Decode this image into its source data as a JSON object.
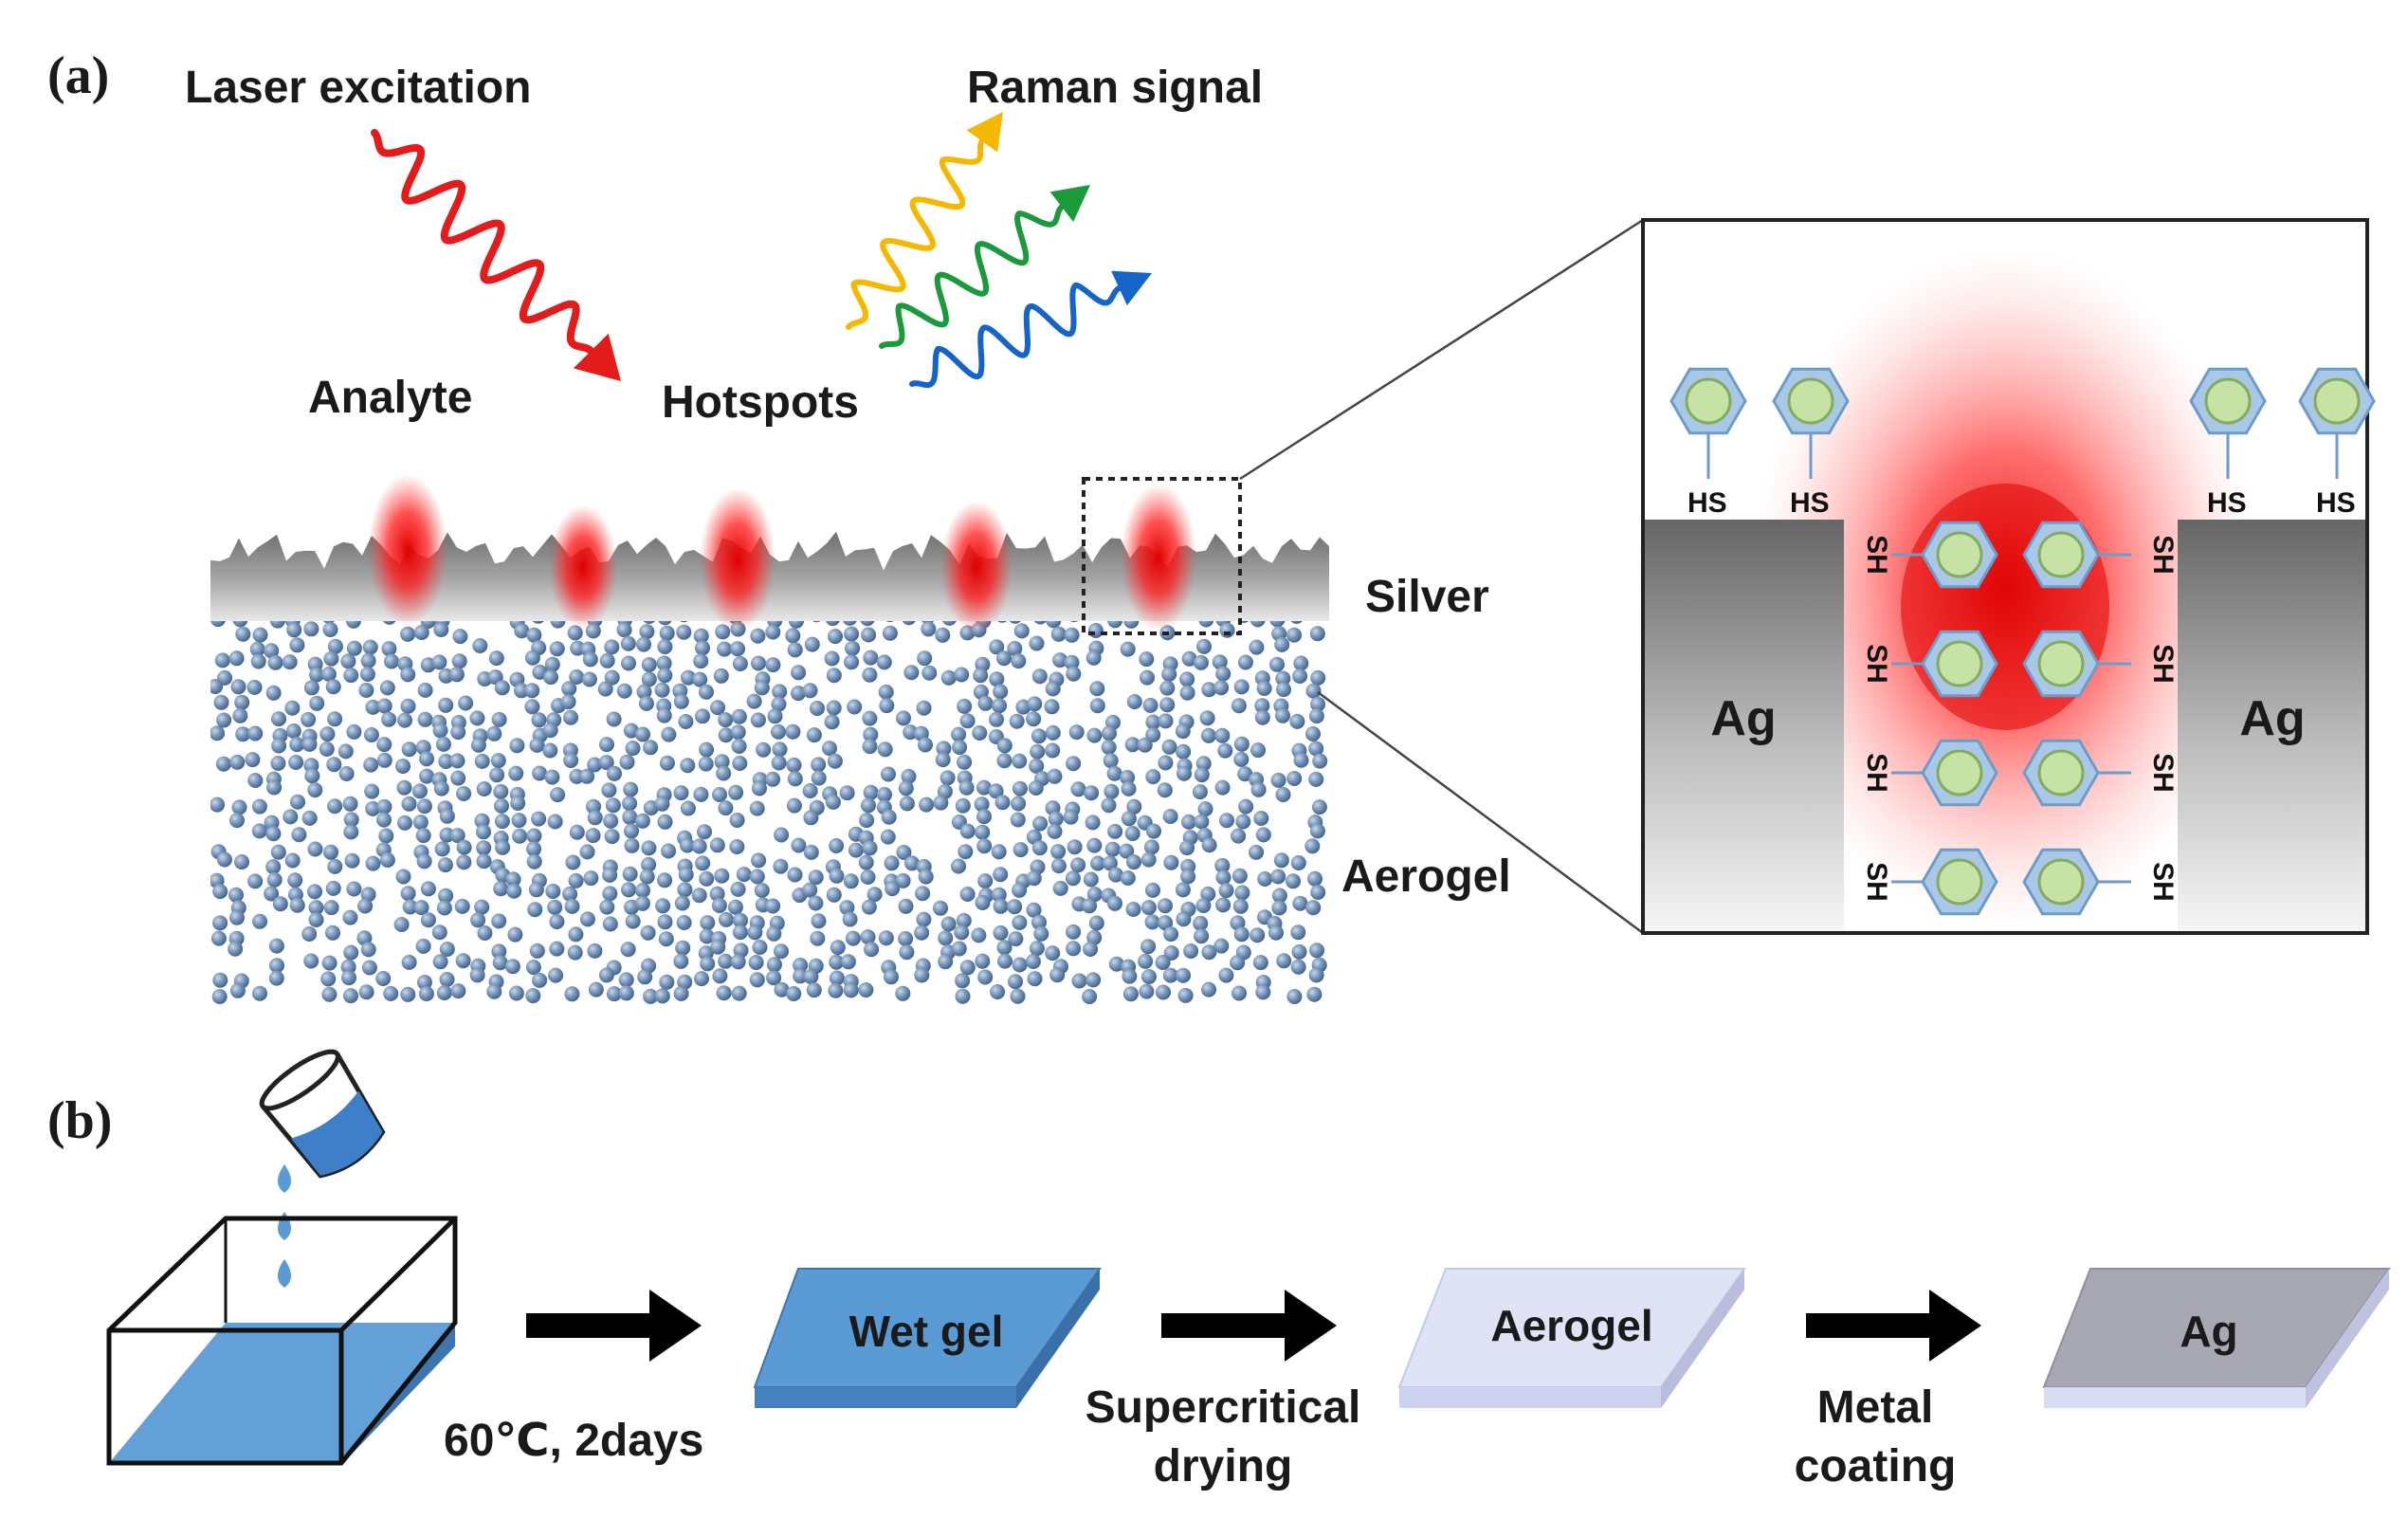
{
  "panel_a": {
    "label": "(a)",
    "laser_label": "Laser excitation",
    "raman_label": "Raman signal",
    "analyte_label": "Analyte",
    "hotspots_label": "Hotspots",
    "silver_label": "Silver",
    "aerogel_label": "Aerogel",
    "inset": {
      "left_electrode": "Ag",
      "right_electrode": "Ag",
      "thiol_top": "HS",
      "thiol_side": "SH"
    }
  },
  "panel_b": {
    "label": "(b)",
    "step1_condition": "60℃, 2days",
    "slab_wet_gel": "Wet gel",
    "slab_aerogel": "Aerogel",
    "slab_ag": "Ag",
    "step2_line1": "Supercritical",
    "step2_line2": "drying",
    "step3_line1": "Metal",
    "step3_line2": "coating"
  },
  "colors": {
    "laser": "#e31b1b",
    "raman_yellow": "#f5b800",
    "raman_green": "#1a9a3a",
    "raman_blue": "#1565c8",
    "hotspot": "#ff0000",
    "aerogel_particle": "#5b7fa6",
    "ring": "#a9c8e6",
    "core": "#c6e2a4",
    "liquid": "#5b9bd5",
    "wet_gel": "#5b9bd5",
    "aerogel_slab": "#dfe3f5",
    "ag_slab": "#a8a8b4"
  }
}
